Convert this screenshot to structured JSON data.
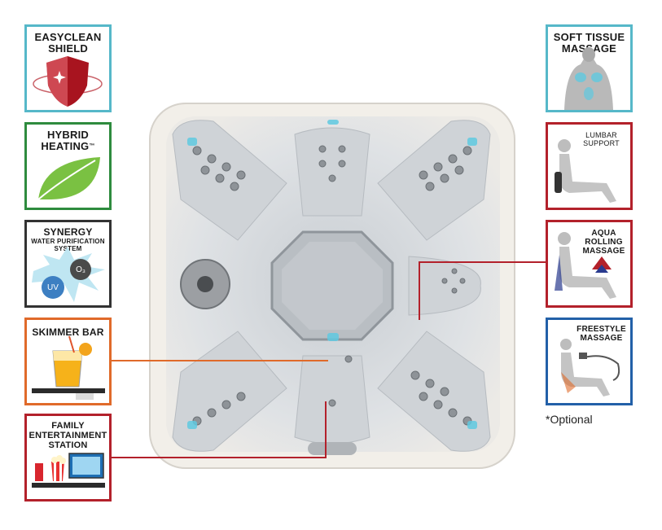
{
  "features_left": [
    {
      "key": "easyclean",
      "title_line1": "EASYCLEAN",
      "title_line2": "SHIELD"
    },
    {
      "key": "hybrid",
      "title_line1": "HYBRID",
      "title_line2": "HEATING",
      "tm": "™"
    },
    {
      "key": "synergy",
      "title_line1": "SYNERGY",
      "subtitle_line1": "WATER PURIFICATION",
      "subtitle_line2": "SYSTEM",
      "uv_label": "UV",
      "o3_label": "O₃"
    },
    {
      "key": "skimmer",
      "title_line1": "SKIMMER BAR"
    },
    {
      "key": "family",
      "title_line1": "FAMILY",
      "title_line2": "ENTERTAINMENT",
      "title_line3": "STATION"
    }
  ],
  "features_right": [
    {
      "key": "softtissue",
      "title_line1": "SOFT TISSUE",
      "title_line2": "MASSAGE"
    },
    {
      "key": "lumbar",
      "title_line1": "LUMBAR",
      "title_line2": "SUPPORT"
    },
    {
      "key": "aqua",
      "title_line1": "AQUA",
      "title_line2": "ROLLING",
      "title_line3": "MASSAGE"
    },
    {
      "key": "freestyle",
      "title_line1": "FREESTYLE",
      "title_line2": "MASSAGE"
    }
  ],
  "footnote": "*Optional",
  "colors": {
    "teal": "#56b8c9",
    "green": "#2e8b3e",
    "dark": "#333333",
    "orange": "#e06a2a",
    "red": "#b3212b",
    "blue": "#2260a8",
    "leaf": "#7ac142",
    "light_blue": "#5fc9e0"
  },
  "icons": [
    "shield-icon",
    "leaf-icon",
    "splash-icon",
    "drink-icon",
    "popcorn-icon",
    "massage-back-icon",
    "seated-person-icon",
    "shower-wand-icon"
  ]
}
